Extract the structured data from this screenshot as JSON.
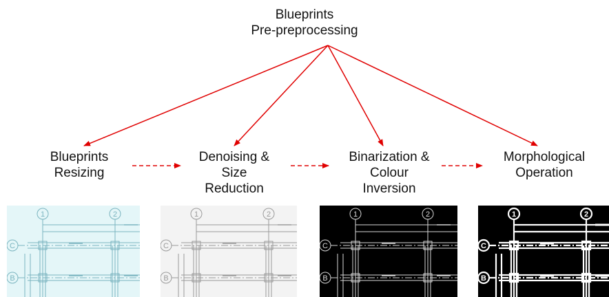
{
  "diagram": {
    "root": {
      "line1": "Blueprints",
      "line2": "Pre-preprocessing"
    },
    "steps": [
      {
        "line1": "Blueprints",
        "line2": "Resizing",
        "line3": ""
      },
      {
        "line1": "Denoising &",
        "line2": "Size",
        "line3": "Reduction"
      },
      {
        "line1": "Binarization &",
        "line2": "Colour",
        "line3": "Inversion"
      },
      {
        "line1": "Morphological",
        "line2": "Operation",
        "line3": ""
      }
    ],
    "arrow_color": "#e00000",
    "thumbnails": [
      {
        "style": "cyan-tinted",
        "bg": "#e4f6f8",
        "ink": "#7ab4bf",
        "grid_1": "1",
        "grid_2": "2",
        "row_c": "C",
        "row_b": "B"
      },
      {
        "style": "grayscale",
        "bg": "#f3f3f3",
        "ink": "#9a9a9a",
        "grid_1": "1",
        "grid_2": "2",
        "row_c": "C",
        "row_b": "B"
      },
      {
        "style": "inverted",
        "bg": "#000000",
        "ink": "#d8d8d8",
        "grid_1": "1",
        "grid_2": "2",
        "row_c": "C",
        "row_b": "B"
      },
      {
        "style": "inverted-bold",
        "bg": "#000000",
        "ink": "#ffffff",
        "grid_1": "1",
        "grid_2": "2",
        "row_c": "C",
        "row_b": "B"
      }
    ]
  }
}
